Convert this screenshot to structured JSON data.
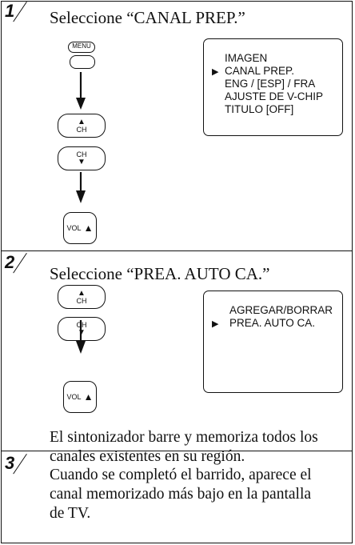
{
  "steps": [
    {
      "number": "1",
      "heading": "Seleccione “CANAL PREP.”",
      "buttons": {
        "menu": "MENU",
        "ch": "CH",
        "vol": "VOL"
      },
      "screen_items": [
        "IMAGEN",
        "CANAL PREP.",
        "ENG / [ESP] / FRA",
        "AJUSTE DE V-CHIP",
        "TITULO [OFF]"
      ],
      "selected_index": 1
    },
    {
      "number": "2",
      "heading": "Seleccione “PREA. AUTO CA.”",
      "buttons": {
        "ch": "CH",
        "vol": "VOL"
      },
      "screen_items": [
        "AGREGAR/BORRAR",
        "PREA. AUTO CA."
      ],
      "selected_index": 1,
      "body": "El sintonizador barre y memoriza todos los canales existentes en su región."
    },
    {
      "number": "3",
      "body": "Cuando se completó el barrido, aparece el canal memorizado más bajo en la pantalla de TV."
    }
  ],
  "icons": {
    "selection_marker": "▶",
    "up_triangle": "▲",
    "down_triangle": "▼"
  }
}
